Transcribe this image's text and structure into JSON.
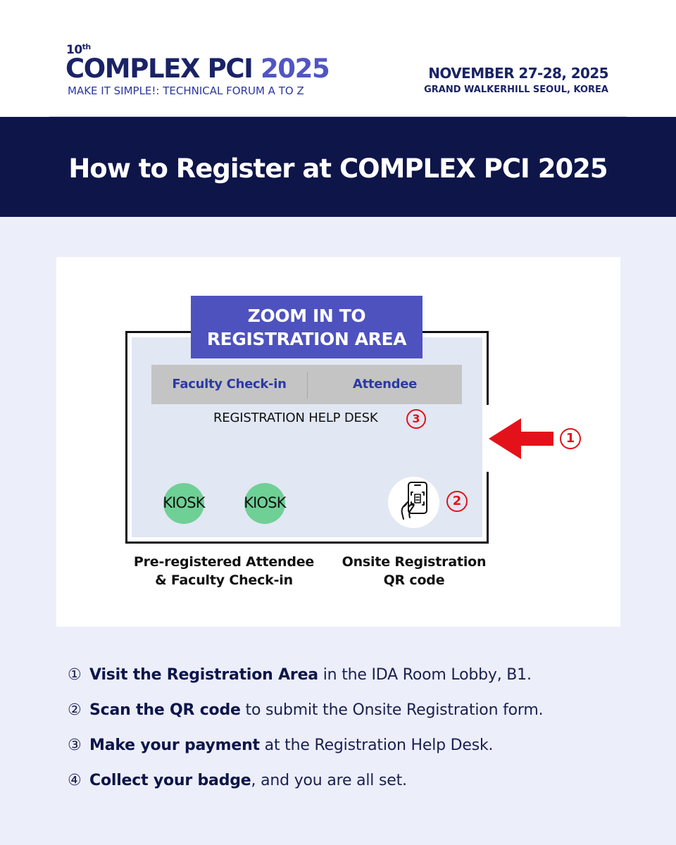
{
  "header": {
    "edition": "10",
    "edition_suffix": "th",
    "logo_name": "COMPLEX PCI",
    "logo_year": "2025",
    "tagline": "MAKE IT SIMPLE!: TECHNICAL FORUM A TO Z",
    "date": "NOVEMBER 27-28, 2025",
    "venue": "GRAND WALKERHILL SEOUL, KOREA"
  },
  "title": "How to Register at COMPLEX PCI 2025",
  "map": {
    "zoom_line1": "ZOOM IN TO",
    "zoom_line2": "REGISTRATION AREA",
    "desk_faculty": "Faculty Check-in",
    "desk_attendee": "Attendee",
    "help_desk": "REGISTRATION HELP DESK",
    "marker_1": "1",
    "marker_2": "2",
    "marker_3": "3",
    "kiosk_1": "KIOSK",
    "kiosk_2": "KIOSK",
    "caption_left_line1": "Pre-registered Attendee",
    "caption_left_line2": "& Faculty Check-in",
    "caption_right_line1": "Onsite Registration",
    "caption_right_line2": "QR code"
  },
  "icons": {
    "arrow": "arrow-left-icon",
    "qr": "qr-phone-icon"
  },
  "colors": {
    "navy": "#0d1549",
    "accent": "#4e52bf",
    "marker_red": "#e3121a",
    "kiosk_green": "#6fd096"
  },
  "steps": [
    {
      "marker": "①",
      "bold": "Visit the Registration Area",
      "rest": " in the IDA Room Lobby, B1."
    },
    {
      "marker": "②",
      "bold": "Scan the QR code",
      "rest": " to submit the Onsite Registration form."
    },
    {
      "marker": "③",
      "bold": "Make your payment",
      "rest": " at the Registration Help Desk."
    },
    {
      "marker": "④",
      "bold": "Collect your badge",
      "rest": ", and you are all set."
    }
  ]
}
